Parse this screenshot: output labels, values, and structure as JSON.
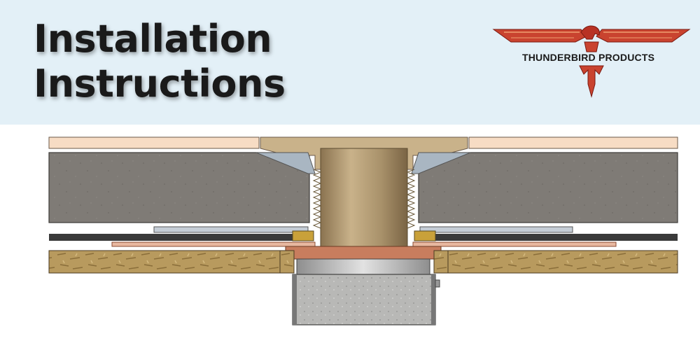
{
  "header": {
    "title_line1": "Installation",
    "title_line2": "Instructions",
    "background": "#e3f0f7"
  },
  "logo": {
    "text": "THUNDERBIRD PRODUCTS",
    "icon": "thunderbird-icon",
    "colors": {
      "wing": "#c0392b",
      "outline": "#7a1a12"
    }
  },
  "diagram": {
    "icon": "drain-cross-section-diagram",
    "colors": {
      "tile": "#f7dcc4",
      "mortar": "#7f7b76",
      "membrane": "#3a3a3a",
      "plywood": "#b89a5e",
      "bronze": "#b9a27c",
      "copper": "#c87d5e"
    }
  }
}
